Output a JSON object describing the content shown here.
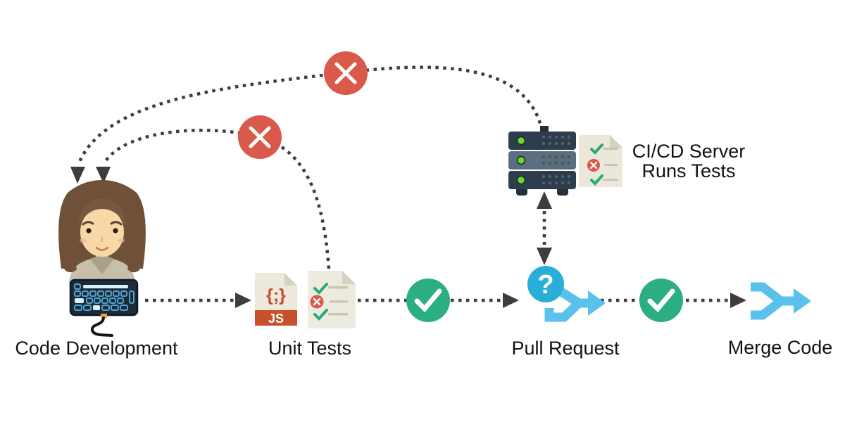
{
  "diagram": {
    "kind": "ci-cd-workflow-flowchart",
    "nodes": {
      "code_development": {
        "label": "Code Development",
        "icons": [
          "developer-avatar",
          "keyboard-icon"
        ]
      },
      "unit_tests": {
        "label": "Unit Tests",
        "icons": [
          "js-file-icon",
          "test-results-document-icon"
        ],
        "js_badge": "JS",
        "js_symbol": "{;}"
      },
      "pull_request": {
        "label": "Pull Request",
        "icons": [
          "question-mark-icon",
          "branch-merge-arrow-icon"
        ],
        "question_symbol": "?"
      },
      "merge_code": {
        "label": "Merge Code",
        "icons": [
          "branch-merge-arrow-icon"
        ]
      },
      "cicd_server": {
        "label_line1": "CI/CD Server",
        "label_line2": "Runs Tests",
        "icons": [
          "server-rack-icon",
          "test-results-document-icon"
        ]
      }
    },
    "markers": {
      "fail": {
        "icon": "x-circle-icon",
        "color": "#d9594b",
        "count": 2
      },
      "pass": {
        "icon": "check-circle-icon",
        "color": "#2bae80",
        "count": 2
      }
    },
    "connections": [
      "code_development -> unit_tests (dotted arrow)",
      "unit_tests -> pull_request (dotted arrow through pass check)",
      "unit_tests -> code_development (curved dotted arrow through fail x)",
      "pull_request <-> cicd_server (dotted double arrow)",
      "cicd_server -> code_development (curved dotted arrow through fail x)",
      "pull_request -> merge_code (dotted arrow through pass check)"
    ],
    "colors": {
      "background": "#ffffff",
      "connector": "#3d3d3d",
      "fail_red": "#d9594b",
      "pass_green": "#2bae80",
      "question_blue": "#29afd7",
      "merge_arrow_blue": "#58c1ec",
      "paper": "#edeadf",
      "paper_fold": "#d8d3bf",
      "js_orange": "#c8502b",
      "server_dark": "#2e3d4b",
      "server_light": "#5a6e7f",
      "led_green": "#6bd62c",
      "keyboard_navy": "#1c2b39",
      "label_text": "#121212"
    }
  }
}
